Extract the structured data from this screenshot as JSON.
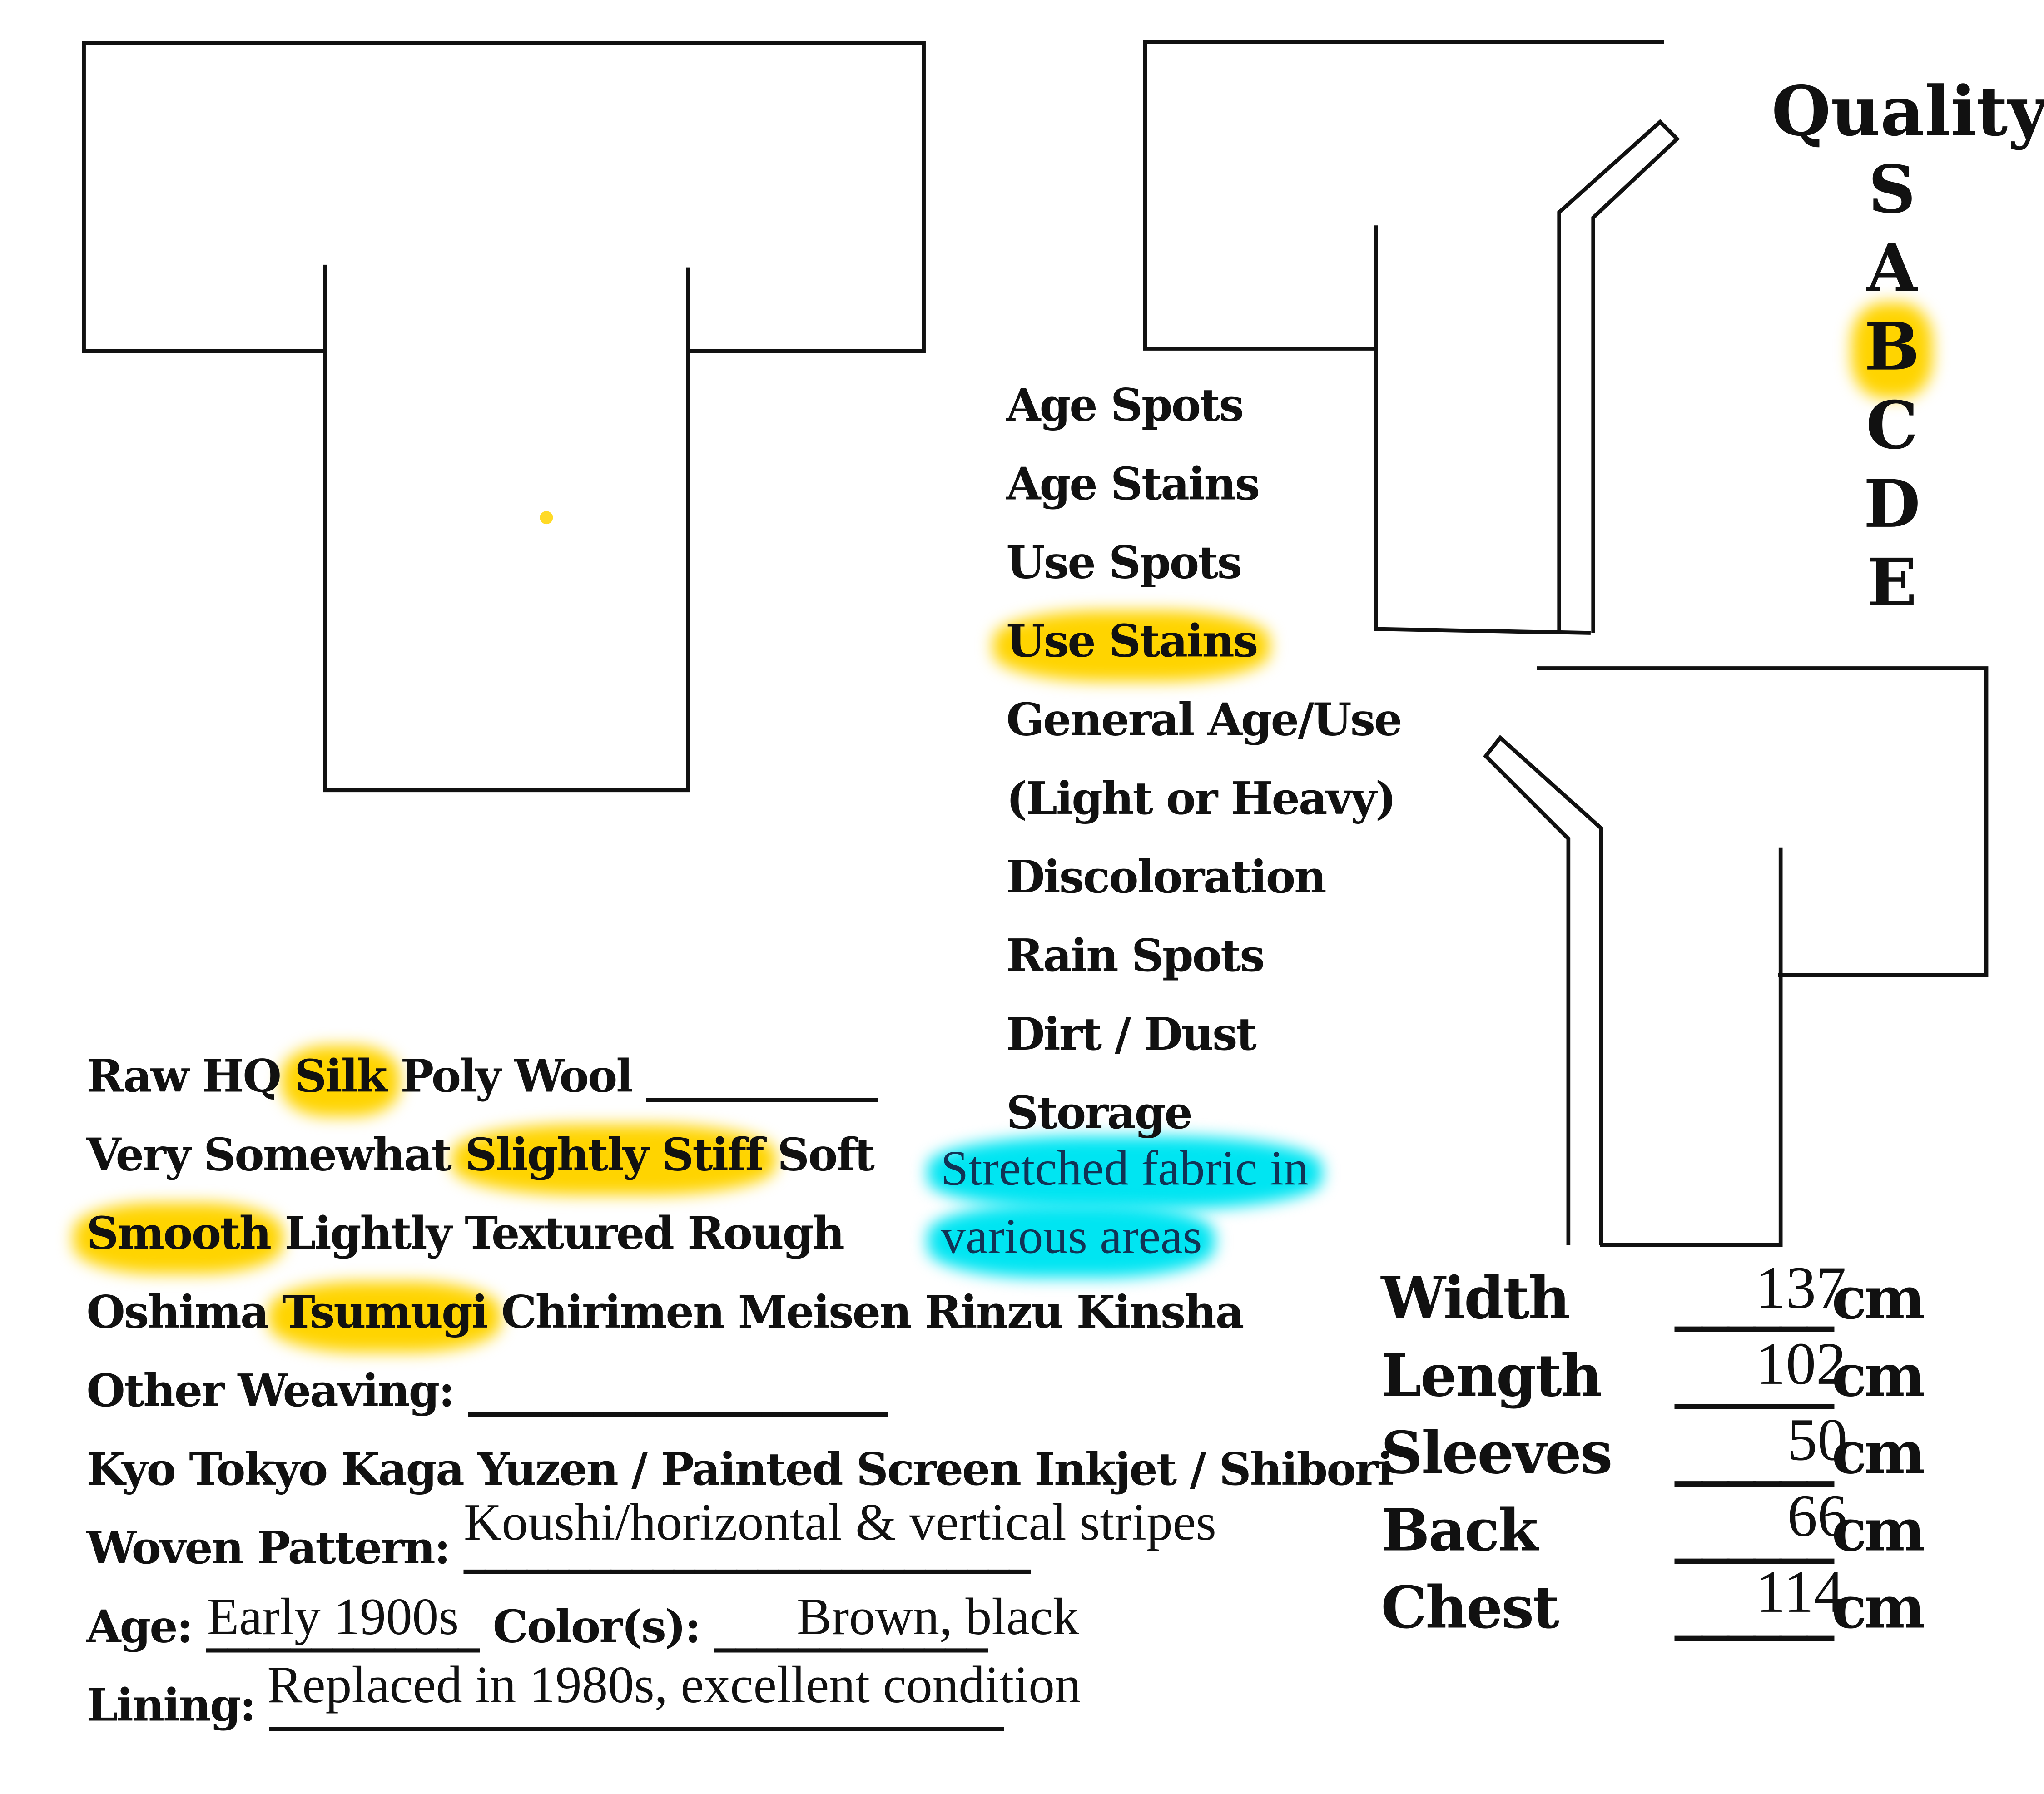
{
  "quality": {
    "title": "Quality",
    "grades": [
      "S",
      "A",
      "B",
      "C",
      "D",
      "E"
    ],
    "selected": "B"
  },
  "conditions": {
    "items": [
      "Age Spots",
      "Age Stains",
      "Use Spots",
      "Use Stains",
      "General Age/Use",
      "(Light or Heavy)",
      "Discoloration",
      "Rain Spots",
      "Dirt / Dust",
      "Storage"
    ],
    "selected": [
      "Use Stains"
    ],
    "note_line1": "Stretched fabric in",
    "note_line2": "various areas"
  },
  "material": {
    "options": [
      "Raw",
      "HQ",
      "Silk",
      "Poly",
      "Wool"
    ],
    "selected": "Silk",
    "blank": "___________"
  },
  "stiffness": {
    "options": [
      "Very",
      "Somewhat",
      "Slightly Stiff",
      "Soft"
    ],
    "selected": "Slightly Stiff"
  },
  "texture": {
    "options": [
      "Smooth",
      "Lightly Textured",
      "Rough"
    ],
    "selected": "Smooth"
  },
  "weaving": {
    "options": [
      "Oshima",
      "Tsumugi",
      "Chirimen",
      "Meisen",
      "Rinzu",
      "Kinsha"
    ],
    "selected": "Tsumugi",
    "other_label": "Other Weaving:",
    "other_blank": "____________________"
  },
  "dyeing": {
    "text": "Kyo Tokyo Kaga Yuzen / Painted Screen Inkjet / Shibori"
  },
  "woven_pattern": {
    "label": "Woven Pattern:",
    "blank": "___________________________",
    "value": "Koushi/horizontal & vertical stripes"
  },
  "age": {
    "label": "Age:",
    "blank": "_____________",
    "value": "Early 1900s"
  },
  "color": {
    "label": "Color(s):",
    "blank": "_____________",
    "value": "Brown, black"
  },
  "lining": {
    "label": "Lining:",
    "blank": "___________________________________",
    "value": "Replaced in 1980s, excellent condition"
  },
  "measurements": [
    {
      "label": "Width",
      "value": "137",
      "unit": "cm"
    },
    {
      "label": "Length",
      "value": "102",
      "unit": "cm"
    },
    {
      "label": "Sleeves",
      "value": "50",
      "unit": "cm"
    },
    {
      "label": "Back",
      "value": "66",
      "unit": "cm"
    },
    {
      "label": "Chest",
      "value": "114",
      "unit": "cm"
    }
  ],
  "measure_blank": "______",
  "colors": {
    "highlight_yellow": "#ffd400",
    "highlight_cyan": "#00e5f2",
    "ink": "#111111"
  }
}
